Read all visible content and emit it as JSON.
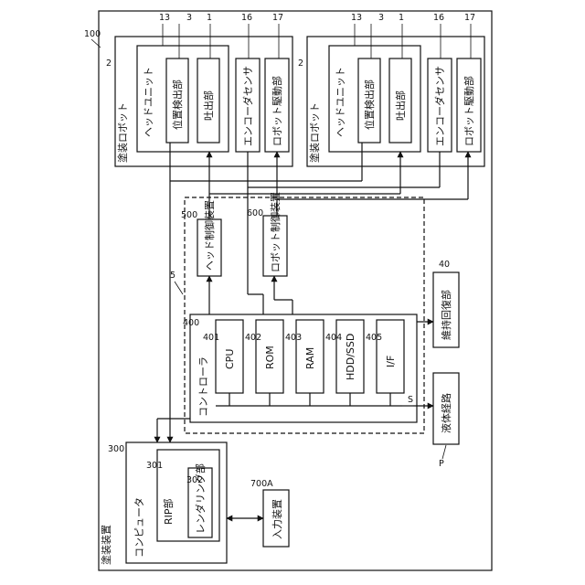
{
  "apparatus": {
    "ref": "100",
    "label": "塗装装置"
  },
  "robots": [
    {
      "ref": "2",
      "label": "塗装ロボット",
      "head_unit": {
        "ref": "13",
        "label": "ヘッドユニット"
      },
      "position_detector": {
        "ref": "3",
        "label": "位置検出部"
      },
      "ejector": {
        "ref": "1",
        "label": "吐出部"
      },
      "encoder": {
        "ref": "16",
        "label": "エンコーダセンサ"
      },
      "robot_driver": {
        "ref": "17",
        "label": "ロボット駆動部"
      }
    },
    {
      "ref": "2",
      "label": "塗装ロボット",
      "head_unit": {
        "ref": "13",
        "label": "ヘッドユニット"
      },
      "position_detector": {
        "ref": "3",
        "label": "位置検出部"
      },
      "ejector": {
        "ref": "1",
        "label": "吐出部"
      },
      "encoder": {
        "ref": "16",
        "label": "エンコーダセンサ"
      },
      "robot_driver": {
        "ref": "17",
        "label": "ロボット駆動部"
      }
    }
  ],
  "control_group": {
    "ref": "5"
  },
  "head_controller": {
    "ref": "500",
    "label": "ヘッド制御装置"
  },
  "robot_controller": {
    "ref": "600",
    "label": "ロボット制御装置"
  },
  "controller": {
    "ref": "400",
    "label": "コントローラ",
    "bus_ref": "S",
    "units": [
      {
        "ref": "401",
        "label": "CPU"
      },
      {
        "ref": "402",
        "label": "ROM"
      },
      {
        "ref": "403",
        "label": "RAM"
      },
      {
        "ref": "404",
        "label": "HDD/SSD"
      },
      {
        "ref": "405",
        "label": "I/F"
      }
    ]
  },
  "maintenance": {
    "ref": "40",
    "label": "維持回復部"
  },
  "liquid_path": {
    "ref": "P",
    "label": "液体経路"
  },
  "computer": {
    "ref": "300",
    "label": "コンピュータ",
    "rip": {
      "ref": "301",
      "label": "RIP部"
    },
    "rendering": {
      "ref": "302",
      "label": "レンダリング部"
    }
  },
  "input_device": {
    "ref": "700A",
    "label": "入力装置"
  }
}
